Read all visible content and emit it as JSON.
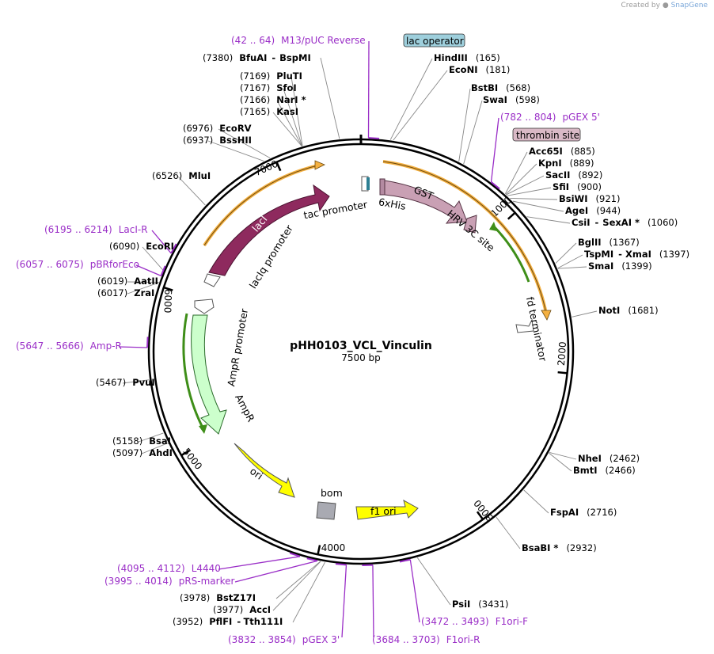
{
  "credit": {
    "prefix": "Created by",
    "brand": "SnapGene"
  },
  "map": {
    "name": "pHH0103_VCL_Vinculin",
    "length_label": "7500 bp",
    "total_bp": 7500,
    "ticks": [
      1000,
      2000,
      3000,
      4000,
      5000,
      6000,
      7000
    ]
  },
  "features": [
    {
      "id": "laci",
      "label": "lacI",
      "type": "cds",
      "color": "#8e2a5e"
    },
    {
      "id": "laciq",
      "label": "lacIq promoter",
      "type": "promoter"
    },
    {
      "id": "tac",
      "label": "tac promoter",
      "type": "promoter"
    },
    {
      "id": "sixhis",
      "label": "6xHis",
      "type": "tag"
    },
    {
      "id": "gst",
      "label": "GST",
      "type": "cds",
      "color": "#c9a0b4"
    },
    {
      "id": "hrv",
      "label": "HRV 3C site",
      "type": "site"
    },
    {
      "id": "fd",
      "label": "fd terminator",
      "type": "terminator"
    },
    {
      "id": "ampprom",
      "label": "AmpR promoter",
      "type": "promoter"
    },
    {
      "id": "ampr",
      "label": "AmpR",
      "type": "cds",
      "color": "#ccffcc"
    },
    {
      "id": "ori",
      "label": "ori",
      "type": "origin",
      "color": "#ffff00"
    },
    {
      "id": "bom",
      "label": "bom",
      "type": "misc",
      "color": "#a9aab2"
    },
    {
      "id": "f1",
      "label": "f1 ori",
      "type": "origin",
      "color": "#ffff00"
    }
  ],
  "boxed_labels": [
    {
      "id": "lacop",
      "label": "lac operator",
      "color": "#9ecfdc"
    },
    {
      "id": "thrombin",
      "label": "thrombin site",
      "color": "#d9b9c6"
    }
  ],
  "enzymes": [
    {
      "id": "bfuai",
      "name": "BfuAI",
      "name2": "BspMI",
      "pos": "(7380)"
    },
    {
      "id": "plut1",
      "name": "PluTI",
      "pos": "(7169)"
    },
    {
      "id": "sfoi",
      "name": "SfoI",
      "pos": "(7167)"
    },
    {
      "id": "nari",
      "name": "NarI *",
      "pos": "(7166)"
    },
    {
      "id": "kasi",
      "name": "KasI",
      "pos": "(7165)"
    },
    {
      "id": "ecorv",
      "name": "EcoRV",
      "pos": "(6976)"
    },
    {
      "id": "bsshii",
      "name": "BssHII",
      "pos": "(6937)"
    },
    {
      "id": "mlui",
      "name": "MluI",
      "pos": "(6526)"
    },
    {
      "id": "ecori",
      "name": "EcoRI",
      "pos": "(6090)"
    },
    {
      "id": "aatii",
      "name": "AatII",
      "pos": "(6019)"
    },
    {
      "id": "zrai",
      "name": "ZraI",
      "pos": "(6017)"
    },
    {
      "id": "pvui",
      "name": "PvuI",
      "pos": "(5467)"
    },
    {
      "id": "bsai",
      "name": "BsaI",
      "pos": "(5158)"
    },
    {
      "id": "ahdi",
      "name": "AhdI",
      "pos": "(5097)"
    },
    {
      "id": "hindiii",
      "name": "HindIII",
      "pos": "(165)"
    },
    {
      "id": "econi",
      "name": "EcoNI",
      "pos": "(181)"
    },
    {
      "id": "bstbi",
      "name": "BstBI",
      "pos": "(568)"
    },
    {
      "id": "swai",
      "name": "SwaI",
      "pos": "(598)"
    },
    {
      "id": "acc65i",
      "name": "Acc65I",
      "pos": "(885)"
    },
    {
      "id": "kpni",
      "name": "KpnI",
      "pos": "(889)"
    },
    {
      "id": "sacii",
      "name": "SacII",
      "pos": "(892)"
    },
    {
      "id": "sfii",
      "name": "SfiI",
      "pos": "(900)"
    },
    {
      "id": "bsiwi",
      "name": "BsiWI",
      "pos": "(921)"
    },
    {
      "id": "agei",
      "name": "AgeI",
      "pos": "(944)"
    },
    {
      "id": "csii",
      "name": "CsiI",
      "name2": "SexAI *",
      "pos": "(1060)"
    },
    {
      "id": "bglii",
      "name": "BglII",
      "pos": "(1367)"
    },
    {
      "id": "tspmi",
      "name": "TspMI",
      "name2": "XmaI",
      "pos": "(1397)"
    },
    {
      "id": "smai",
      "name": "SmaI",
      "pos": "(1399)"
    },
    {
      "id": "noti",
      "name": "NotI",
      "pos": "(1681)"
    },
    {
      "id": "nhei",
      "name": "NheI",
      "pos": "(2462)"
    },
    {
      "id": "bmti",
      "name": "BmtI",
      "pos": "(2466)"
    },
    {
      "id": "fspai",
      "name": "FspAI",
      "pos": "(2716)"
    },
    {
      "id": "bsabi",
      "name": "BsaBI *",
      "pos": "(2932)"
    },
    {
      "id": "psii",
      "name": "PsiI",
      "pos": "(3431)"
    },
    {
      "id": "bstz17i",
      "name": "BstZ17I",
      "pos": "(3978)"
    },
    {
      "id": "acci",
      "name": "AccI",
      "pos": "(3977)"
    },
    {
      "id": "pflfi",
      "name": "PflFI",
      "name2": "Tth111I",
      "pos": "(3952)"
    }
  ],
  "primers": [
    {
      "id": "m13",
      "name": "M13/pUC Reverse",
      "pos": "(42 .. 64)"
    },
    {
      "id": "pgex5",
      "name": "pGEX 5'",
      "pos": "(782 .. 804)"
    },
    {
      "id": "laci_r",
      "name": "LacI-R",
      "pos": "(6195 .. 6214)"
    },
    {
      "id": "pbrfor",
      "name": "pBRforEco",
      "pos": "(6057 .. 6075)"
    },
    {
      "id": "ampr_p",
      "name": "Amp-R",
      "pos": "(5647 .. 5666)"
    },
    {
      "id": "l4440",
      "name": "L4440",
      "pos": "(4095 .. 4112)"
    },
    {
      "id": "prs",
      "name": "pRS-marker",
      "pos": "(3995 .. 4014)"
    },
    {
      "id": "pgex3",
      "name": "pGEX 3'",
      "pos": "(3832 .. 3854)"
    },
    {
      "id": "f1ori_r",
      "name": "F1ori-R",
      "pos": "(3684 .. 3703)"
    },
    {
      "id": "f1ori_f",
      "name": "F1ori-F",
      "pos": "(3472 .. 3493)"
    }
  ]
}
